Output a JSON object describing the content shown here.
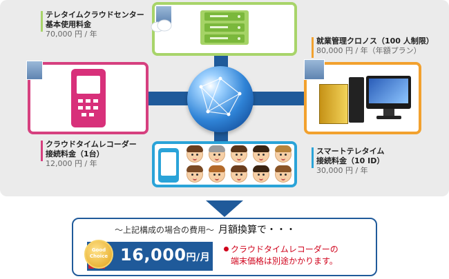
{
  "green_box": {
    "title1": "テレタイムクラウドセンター",
    "title2": "基本使用料金",
    "price": "70,000 円 / 年"
  },
  "orange_box": {
    "title1": "就業管理クロノス（100 人制限）",
    "price": "80,000 円 / 年（年額プラン）"
  },
  "pink_box": {
    "title1": "クラウドタイムレコーダー",
    "title2": "接続料金（1台）",
    "price": "12,000 円 / 年"
  },
  "blue_box": {
    "title1": "スマートテレタイム",
    "title2": "接続料金（10 ID）",
    "price": "30,000 円 / 年"
  },
  "summary": {
    "header": "～上記構成の場合の費用～",
    "header_strong": "月額換算で・・・",
    "badge": "Good Choice",
    "price": "16,000",
    "unit": "円/月",
    "note1": "クラウドタイムレコーダーの",
    "note2": "端末価格は別途かかります。"
  },
  "colors": {
    "accent_blue": "#1f5a9a",
    "green": "#a8d46a",
    "pink": "#d6407f",
    "orange": "#f2a12e",
    "sky": "#2aa3d8",
    "red": "#d0021b"
  }
}
